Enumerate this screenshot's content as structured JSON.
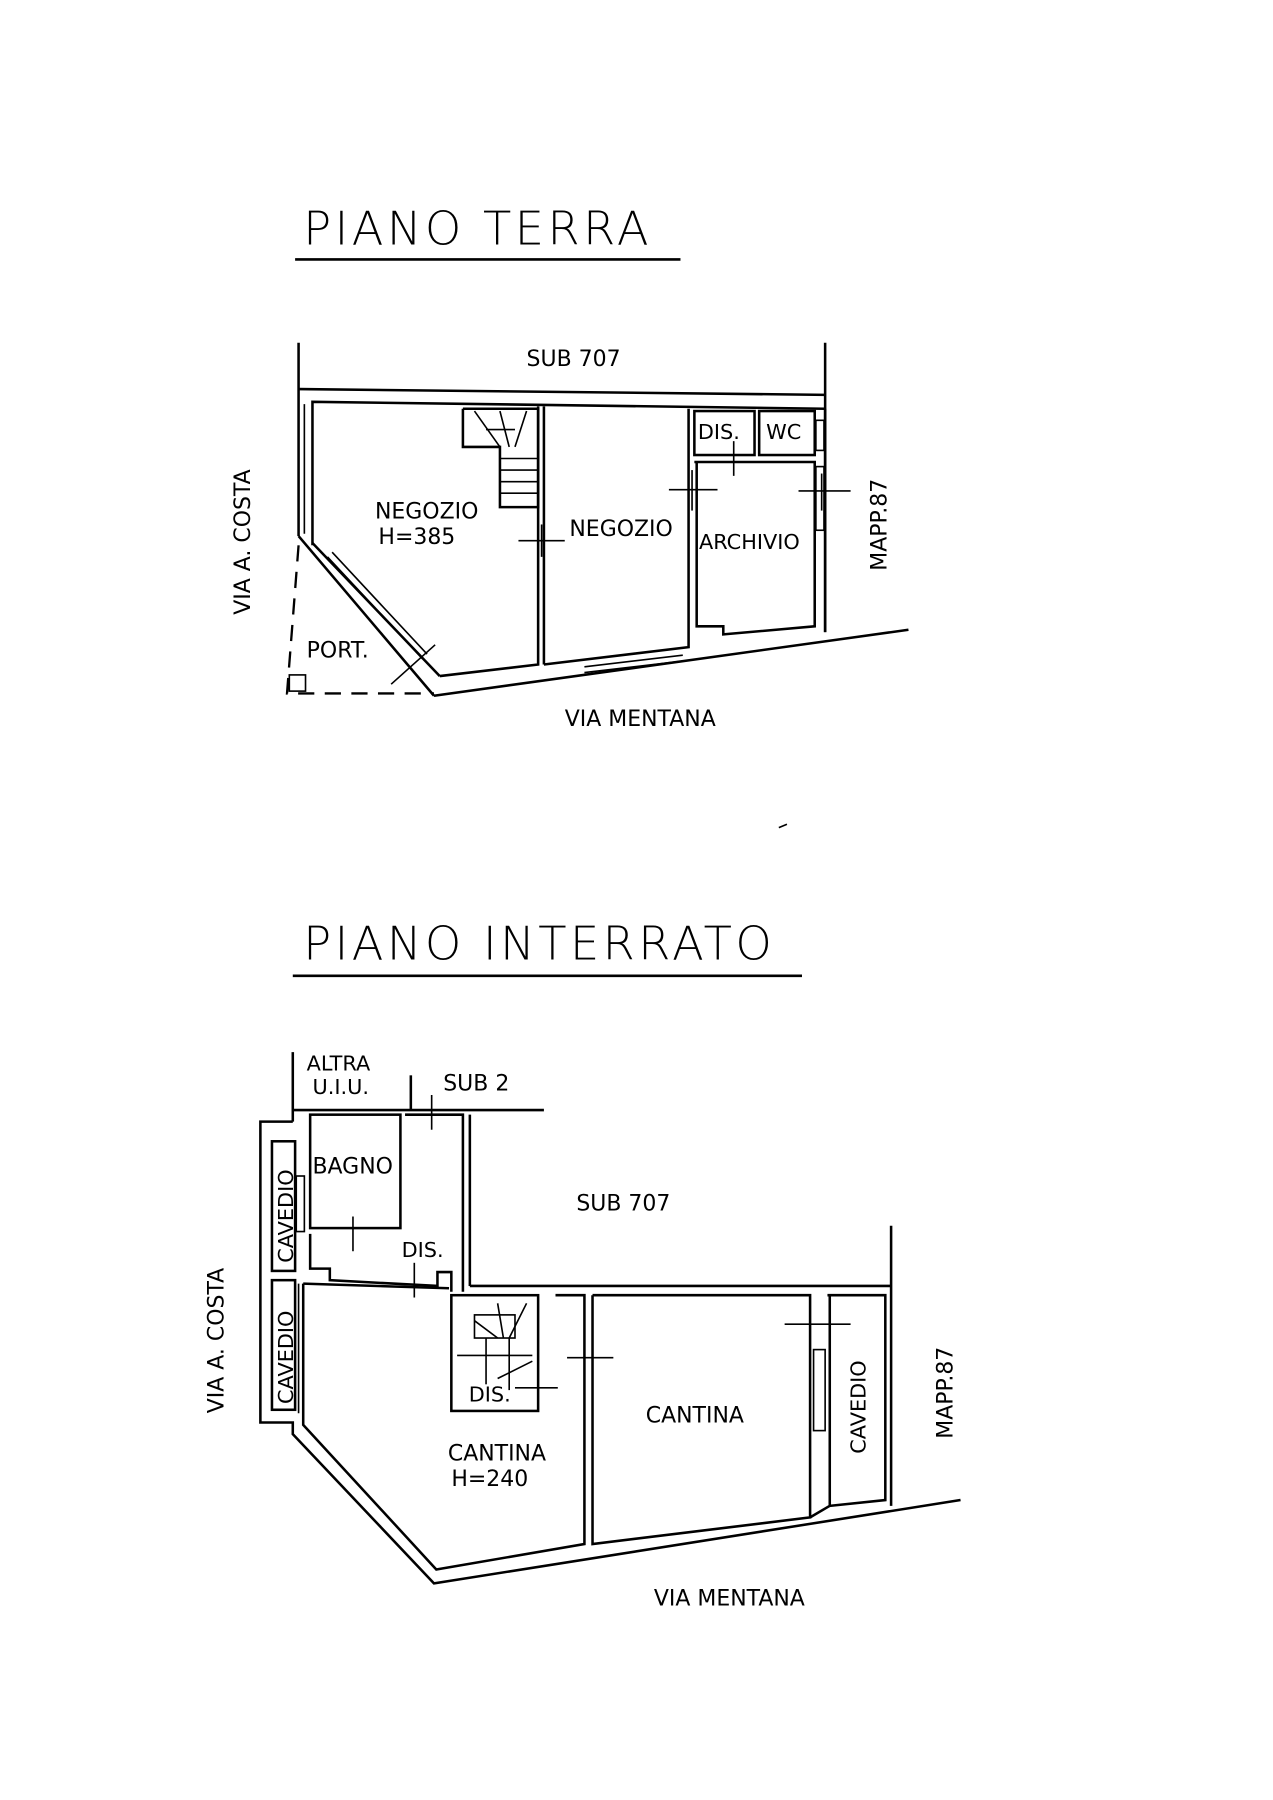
{
  "piano_terra": {
    "title": "PIANO TERRA",
    "sub_top": "SUB 707",
    "street_left": "VIA A. COSTA",
    "street_right": "MAPP.87",
    "street_bottom": "VIA MENTANA",
    "rooms": {
      "negozio1": "NEGOZIO",
      "negozio1_height": "H=385",
      "negozio2": "NEGOZIO",
      "dis": "DIS.",
      "wc": "WC",
      "archivio": "ARCHIVIO",
      "port": "PORT."
    }
  },
  "piano_interrato": {
    "title": "PIANO INTERRATO",
    "altra_line1": "ALTRA",
    "altra_line2": "U.I.U.",
    "sub2": "SUB 2",
    "sub_mid": "SUB 707",
    "street_left": "VIA A. COSTA",
    "street_right": "MAPP.87",
    "street_bottom": "VIA MENTANA",
    "rooms": {
      "bagno": "BAGNO",
      "cavedio1": "CAVEDIO",
      "cavedio2": "CAVEDIO",
      "cavedio3": "CAVEDIO",
      "dis1": "DIS.",
      "dis2": "DIS.",
      "cantina1": "CANTINA",
      "cantina1_height": "H=240",
      "cantina2": "CANTINA"
    }
  }
}
